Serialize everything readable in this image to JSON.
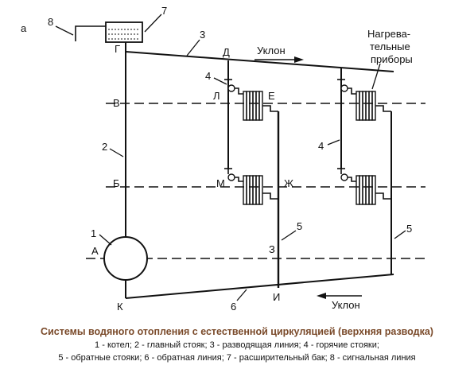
{
  "diagram": {
    "panel_label": "а",
    "heater_label_1": "Нагрева-",
    "heater_label_2": "тельные",
    "heater_label_3": "приборы",
    "slope_top": "Уклон",
    "slope_bottom": "Уклон",
    "point_labels": {
      "G": "Г",
      "D": "Д",
      "V": "В",
      "L": "Л",
      "E": "Е",
      "B": "Б",
      "M": "М",
      "ZH": "Ж",
      "A": "А",
      "Z": "З",
      "K": "К",
      "I": "И"
    },
    "number_labels": {
      "n8": "8",
      "n7": "7",
      "n3": "3",
      "n4a": "4",
      "n4b": "4",
      "n2": "2",
      "n1": "1",
      "n5a": "5",
      "n5b": "5",
      "n6": "6"
    }
  },
  "caption": {
    "title": "Системы водяного отопления с естественной циркуляцией (верхняя разводка)",
    "line1": "1 - котел; 2 - главный стояк; 3 - разводящая линия; 4 - горячие стояки;",
    "line2": "5 - обратные стояки; 6 - обратная линия; 7 - расширительный бак; 8 - сигнальная линия"
  }
}
